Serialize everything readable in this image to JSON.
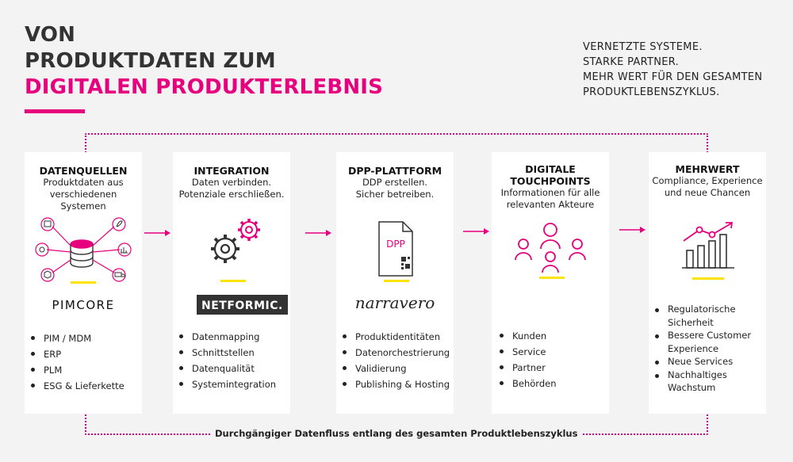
{
  "header": {
    "title_line1": "VON",
    "title_line2": "PRODUKTDATEN ZUM",
    "title_line3": "DIGITALEN PRODUKTERLEBNIS"
  },
  "tagline": [
    "VERNETZTE SYSTEME.",
    "STARKE PARTNER.",
    "MEHR WERT FÜR DEN GESAMTEN",
    "PRODUKTLEBENSZYKLUS."
  ],
  "cards": [
    {
      "title": "DATENQUELLEN",
      "subtitle": [
        "Produktdaten aus",
        "verschiedenen",
        "Systemen"
      ],
      "logo": "PIMCORE",
      "icon": "database-hub-icon",
      "bullets": [
        "PIM / MDM",
        "ERP",
        "PLM",
        "ESG & Lieferkette"
      ]
    },
    {
      "title": "INTEGRATION",
      "subtitle": [
        "Daten verbinden.",
        "Potenziale erschließen."
      ],
      "logo": "NETFORMIC.",
      "icon": "gears-icon",
      "bullets": [
        "Datenmapping",
        "Schnittstellen",
        "Datenqualität",
        "Systemintegration"
      ]
    },
    {
      "title": "DPP-PLATTFORM",
      "subtitle": [
        "DDP erstellen.",
        "Sicher betreiben."
      ],
      "logo": "narravero",
      "icon": "dpp-document-icon",
      "icon_label": "DPP",
      "bullets": [
        "Produktidentitäten",
        "Datenorchestrierung",
        "Validierung",
        "Publishing & Hosting"
      ]
    },
    {
      "title": [
        "DIGITALE",
        "TOUCHPOINTS"
      ],
      "subtitle": [
        "Informationen für alle",
        "relevanten Akteure"
      ],
      "icon": "people-network-icon",
      "bullets": [
        "Kunden",
        "Service",
        "Partner",
        "Behörden"
      ]
    },
    {
      "title": "MEHRWERT",
      "subtitle": [
        "Compliance, Experience",
        "und neue Chancen"
      ],
      "icon": "growth-chart-icon",
      "bullets": [
        "Regulatorische Sicherheit",
        "Bessere Customer Experience",
        "Neue Services",
        "Nachhaltiges Wachstum"
      ]
    }
  ],
  "bottom_label": "Durchgängiger Datenfluss entlang des gesamten Produktlebenszyklus",
  "colors": {
    "accent": "#e6007e",
    "highlight": "#ffe300",
    "background": "#f3f3f4",
    "card": "#ffffff"
  }
}
